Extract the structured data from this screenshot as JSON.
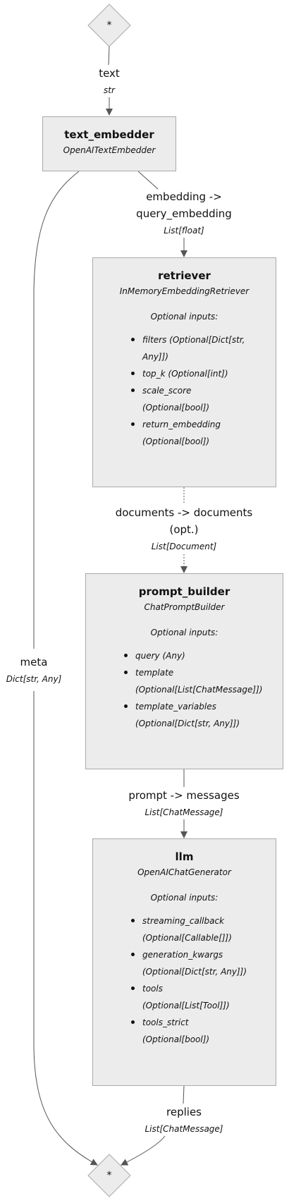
{
  "start_node": {
    "label": "*"
  },
  "end_node": {
    "label": "*"
  },
  "components": {
    "text_embedder": {
      "name": "text_embedder",
      "type": "OpenAITextEmbedder"
    },
    "retriever": {
      "name": "retriever",
      "type": "InMemoryEmbeddingRetriever",
      "optional_heading": "Optional inputs:",
      "optional_inputs": [
        "filters (Optional[Dict[str,",
        "Any]])",
        "top_k (Optional[int])",
        "scale_score",
        "(Optional[bool])",
        "return_embedding",
        "(Optional[bool])"
      ]
    },
    "prompt_builder": {
      "name": "prompt_builder",
      "type": "ChatPromptBuilder",
      "optional_heading": "Optional inputs:",
      "optional_inputs": [
        "query (Any)",
        "template",
        "(Optional[List[ChatMessage]])",
        "template_variables",
        "(Optional[Dict[str, Any]])"
      ]
    },
    "llm": {
      "name": "llm",
      "type": "OpenAIChatGenerator",
      "optional_heading": "Optional inputs:",
      "optional_inputs": [
        "streaming_callback",
        "(Optional[Callable[]])",
        "generation_kwargs",
        "(Optional[Dict[str, Any]])",
        "tools",
        "(Optional[List[Tool]])",
        "tools_strict",
        "(Optional[bool])"
      ]
    }
  },
  "edges": {
    "input_text": {
      "label": "text",
      "type": "str"
    },
    "embedding": {
      "label_line1": "embedding ->",
      "label_line2": "query_embedding",
      "type": "List[float]"
    },
    "documents": {
      "label_line1": "documents -> documents",
      "label_line2": "(opt.)",
      "type": "List[Document]"
    },
    "prompt": {
      "label": "prompt -> messages",
      "type": "List[ChatMessage]"
    },
    "replies": {
      "label": "replies",
      "type": "List[ChatMessage]"
    },
    "meta": {
      "label": "meta",
      "type": "Dict[str, Any]"
    }
  },
  "colors": {
    "node_fill": "#ececec",
    "node_border": "#aaaaaa",
    "edge": "#333333"
  }
}
